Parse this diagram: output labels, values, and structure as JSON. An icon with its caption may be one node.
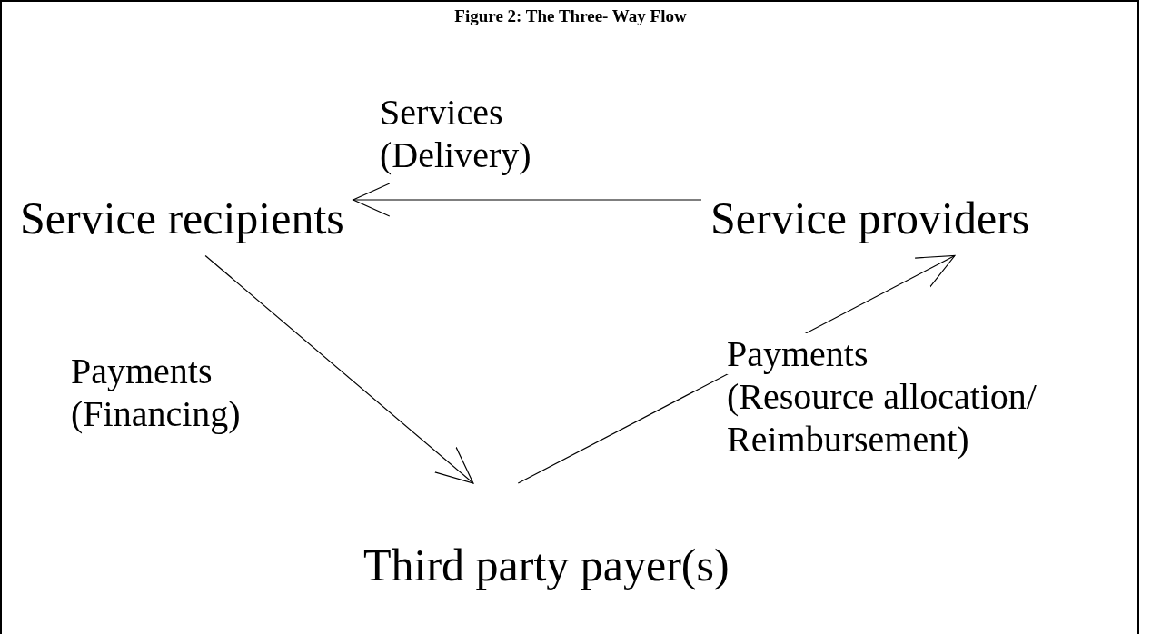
{
  "diagram": {
    "title": "Figure 2: The Three- Way Flow",
    "nodes": [
      {
        "text": [
          "Service recipients"
        ]
      },
      {
        "text": [
          "Service providers"
        ]
      },
      {
        "text": [
          "Third party payer(s)"
        ]
      }
    ],
    "edges": [
      {
        "from": 1,
        "to": 0,
        "arrow": "to",
        "label": "Services (Delivery)"
      },
      {
        "from": 0,
        "to": 2,
        "arrow": "to",
        "label": "Payments (Financing)"
      },
      {
        "from": 2,
        "to": 1,
        "arrow": "to",
        "label": "Payments (Resource allocation/ Reimbursement)"
      }
    ]
  }
}
